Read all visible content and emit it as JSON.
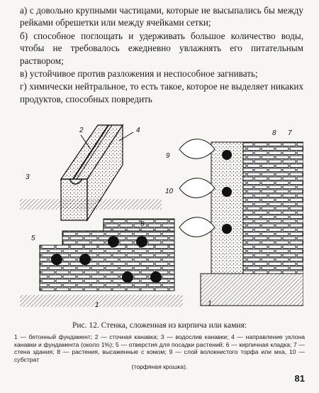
{
  "paragraphs": [
    "а) с довольно крупными частицами, которые не высыпались бы между рейками обрешетки или между ячейками сетки;",
    "б) способное поглощать и удерживать большое количество воды, чтобы не требовалось ежедневно увлажнять его питательным раствором;",
    "в) устойчивое против разложения и неспособное загнивать;",
    "г) химически нейтральное, то есть такое, которое не выделяет никаких продуктов, способных повредить"
  ],
  "figure": {
    "callouts": [
      "1",
      "2",
      "3",
      "4",
      "5",
      "6",
      "7",
      "8",
      "9",
      "10",
      "1"
    ]
  },
  "caption": "Рис. 12. Стенка, сложенная из кирпича или камня:",
  "legend": {
    "line1": "1 — бетонный фундамент; 2 — сточная канавка; 3 — водослив канавки; 4 — направление уклона канавки и фундамента (около 1%); 5 — отверстия для посадки растений; 6 — кирпичная кладка; 7 — стена здания; 8 — растения, высаженные с комом; 9 — слой волокнистого торфа или мха, 10 — субстрат",
    "line2": "(торфяная крошка)."
  },
  "page_number": "81"
}
